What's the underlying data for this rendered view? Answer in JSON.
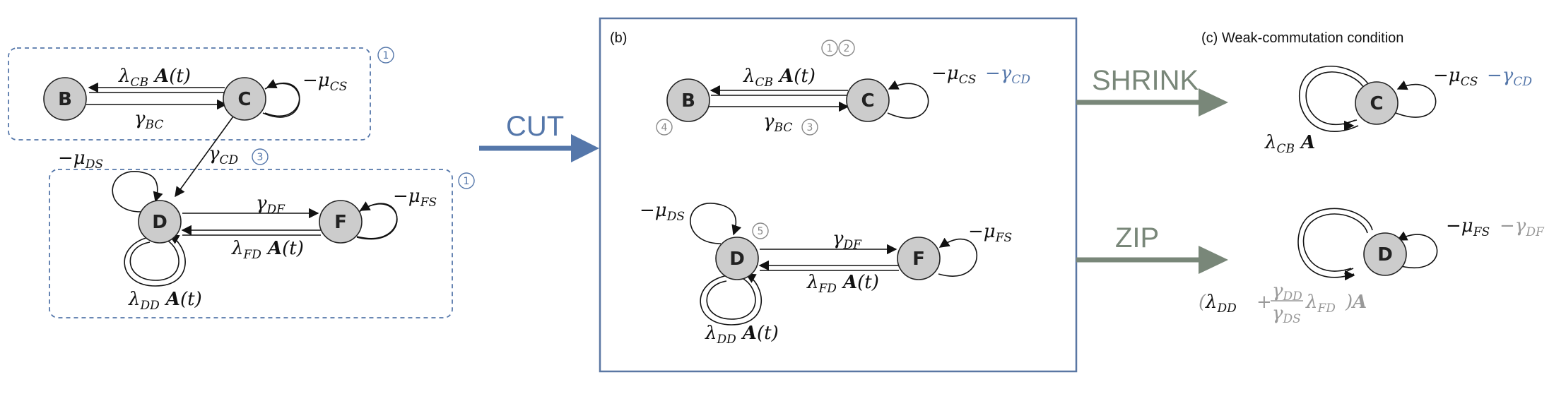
{
  "panels": {
    "b_label": "(b)",
    "c_label": "(c)",
    "c_title": "Weak-commutation condition"
  },
  "operations": {
    "cut": "CUT",
    "shrink": "SHRINK",
    "zip": "ZIP"
  },
  "nodes": {
    "B": "B",
    "C": "C",
    "D": "D",
    "F": "F"
  },
  "markers": {
    "one": "1",
    "two": "2",
    "three": "3",
    "four": "4",
    "five": "5"
  },
  "colors": {
    "panel_border": "#5a77a3",
    "cut_arrow": "#5577aa",
    "shrink_zip_arrow": "#798779",
    "node_fill": "#cccccc",
    "dashed_box": "#5577aa",
    "gamma_blue": "#5577aa",
    "zip_grey": "#999999"
  }
}
